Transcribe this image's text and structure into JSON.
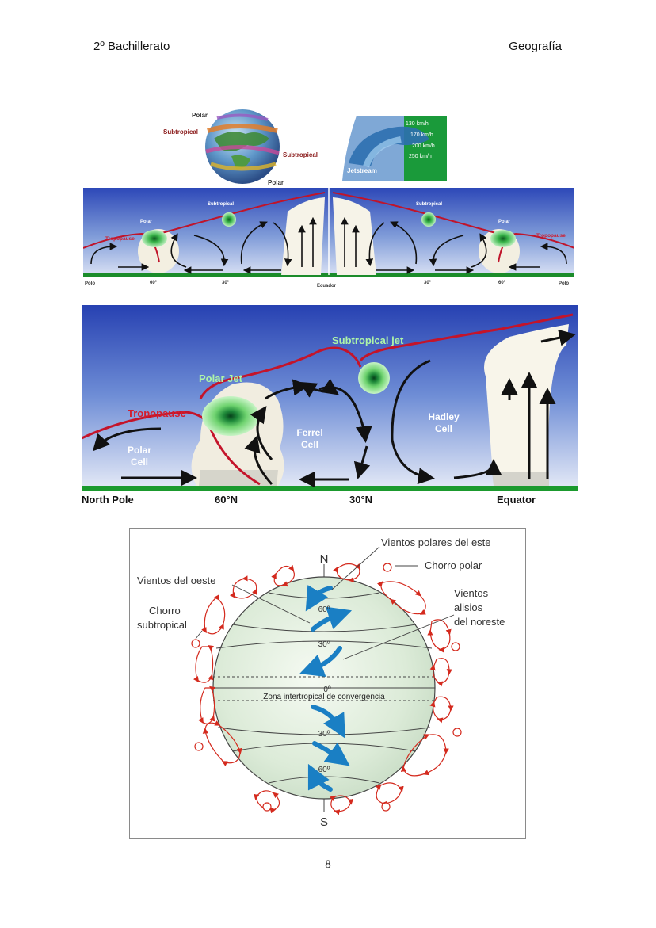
{
  "header": {
    "left": "2º Bachillerato",
    "right": "Geografía"
  },
  "globe_top": {
    "polar_top": "Polar",
    "subtropical_left": "Subtropical",
    "subtropical_right": "Subtropical",
    "polar_bottom": "Polar"
  },
  "jetstream": {
    "speeds": [
      "130 km/h",
      "170 km/h",
      "200 km/h",
      "250 km/h"
    ],
    "label": "Jetstream"
  },
  "small_section": {
    "left": {
      "tropopause": "Tropopause",
      "polar": "Polar",
      "subtropical": "Subtropical"
    },
    "right": {
      "tropopause": "Tropopause",
      "polar": "Polar",
      "subtropical": "Subtropical"
    },
    "ground": [
      "Polo",
      "60°",
      "30°",
      "Ecuador",
      "30°",
      "60°",
      "Polo"
    ]
  },
  "big_section": {
    "subtropical_jet": "Subtropical jet",
    "polar_jet": "Polar Jet",
    "tropopause": "Tropopause",
    "polar_cell": [
      "Polar",
      "Cell"
    ],
    "ferrel_cell": [
      "Ferrel",
      "Cell"
    ],
    "hadley_cell": [
      "Hadley",
      "Cell"
    ],
    "ground": [
      "North Pole",
      "60°N",
      "30°N",
      "Equator"
    ]
  },
  "globe_diagram": {
    "north": "N",
    "south": "S",
    "polar_easterlies": "Vientos polares del este",
    "polar_jet": "Chorro polar",
    "westerlies": "Vientos del oeste",
    "subtropical_jet": [
      "Chorro",
      "subtropical"
    ],
    "trade_winds": [
      "Vientos",
      "alisios",
      "del noreste"
    ],
    "itcz": "Zona intertropical de convergencia",
    "latitudes": [
      "60º",
      "30º",
      "0º",
      "30º",
      "60º"
    ]
  },
  "page_number": "8"
}
